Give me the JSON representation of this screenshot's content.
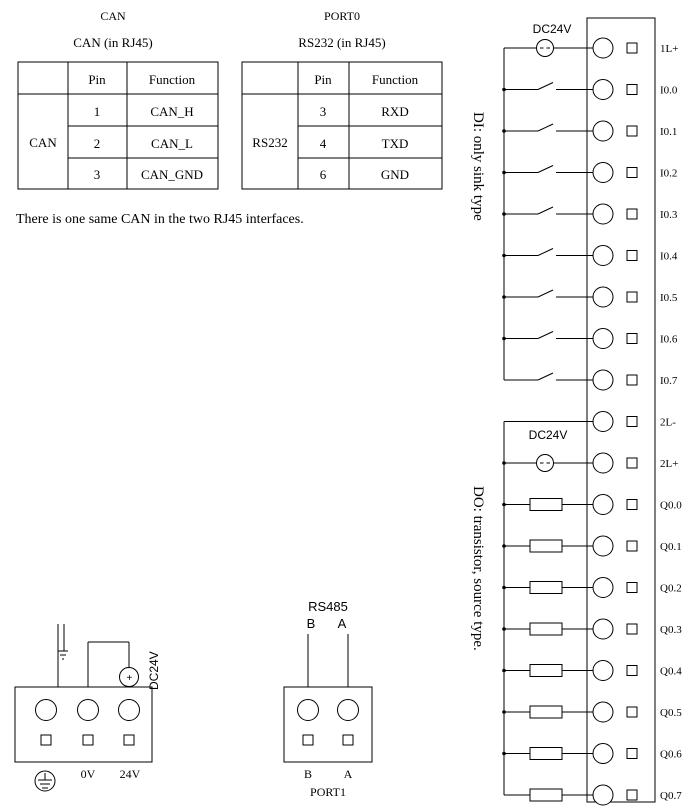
{
  "can_table": {
    "caption_top": "CAN",
    "caption": "CAN (in RJ45)",
    "headers": [
      "",
      "Pin",
      "Function"
    ],
    "group": "CAN",
    "rows": [
      {
        "pin": "1",
        "func": "CAN_H"
      },
      {
        "pin": "2",
        "func": "CAN_L"
      },
      {
        "pin": "3",
        "func": "CAN_GND"
      }
    ]
  },
  "rs232_table": {
    "caption_top": "PORT0",
    "caption": "RS232 (in RJ45)",
    "headers": [
      "",
      "Pin",
      "Function"
    ],
    "group": "RS232",
    "rows": [
      {
        "pin": "3",
        "func": "RXD"
      },
      {
        "pin": "4",
        "func": "TXD"
      },
      {
        "pin": "6",
        "func": "GND"
      }
    ]
  },
  "note": "There is one same CAN in the two RJ45 interfaces.",
  "power_connector": {
    "supply": "DC24V",
    "labels": [
      "0V",
      "24V"
    ]
  },
  "port1": {
    "title": "RS485",
    "top_labels": [
      "B",
      "A"
    ],
    "bottom_labels": [
      "B",
      "A"
    ],
    "name": "PORT1"
  },
  "terminal_block": {
    "di_label": "DI: only sink type",
    "do_label": "DO: transistor, source type.",
    "di_supply": "DC24V",
    "do_supply": "DC24V",
    "terminals": [
      "1L+",
      "I0.0",
      "I0.1",
      "I0.2",
      "I0.3",
      "I0.4",
      "I0.5",
      "I0.6",
      "I0.7",
      "2L-",
      "2L+",
      "Q0.0",
      "Q0.1",
      "Q0.2",
      "Q0.3",
      "Q0.4",
      "Q0.5",
      "Q0.6",
      "Q0.7"
    ]
  }
}
